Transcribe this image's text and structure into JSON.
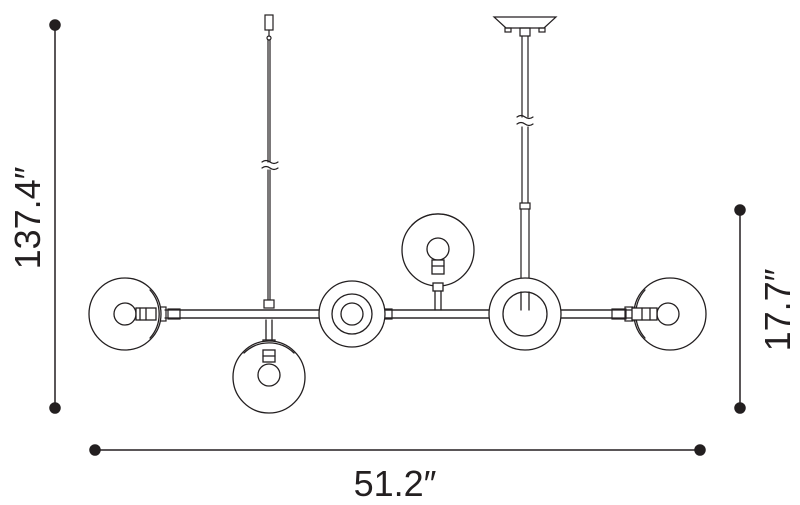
{
  "dimensions": {
    "height_overall": "137.4″",
    "height_fixture": "17.7″",
    "width": "51.2″"
  },
  "colors": {
    "line": "#231f20",
    "background": "#ffffff"
  }
}
